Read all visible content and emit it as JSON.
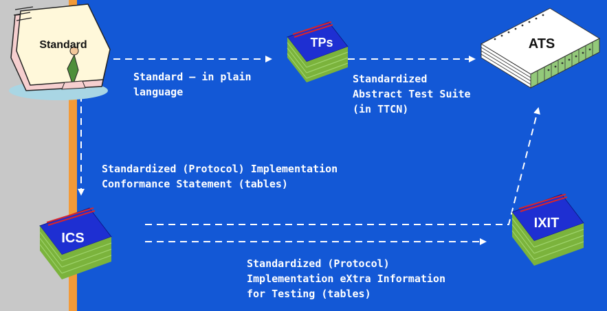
{
  "colors": {
    "background": "#1358D6",
    "left_strip": "#C8C8C8",
    "orange_bar": "#F39A37",
    "arrow": "#FFFFFF",
    "book_blue": "#1E2FD2",
    "book_pages": "#7BB33C",
    "book_stripe": "#D9262A",
    "ats_green": "#93C97A"
  },
  "nodes": {
    "standard": {
      "label": "Standard",
      "icon": "scroll-document-icon"
    },
    "tps": {
      "label": "TPs",
      "icon": "book-icon"
    },
    "ats": {
      "label": "ATS",
      "icon": "paper-stack-icon"
    },
    "ics": {
      "label": "ICS",
      "icon": "book-icon"
    },
    "ixit": {
      "label": "IXIT",
      "icon": "book-icon"
    }
  },
  "edges": {
    "standard_to_tps": {
      "lines": [
        "Standard – in plain",
        "language"
      ]
    },
    "tps_to_ats": {
      "lines": [
        "Standardized",
        "Abstract Test Suite",
        "(in TTCN)"
      ]
    },
    "standard_to_ics": {
      "lines": [
        "Standardized (Protocol) Implementation",
        "Conformance Statement (tables)"
      ]
    },
    "ics_to_ixit": {
      "lines": [
        "Standardized (Protocol)",
        "Implementation eXtra Information",
        "for Testing (tables)"
      ]
    }
  }
}
